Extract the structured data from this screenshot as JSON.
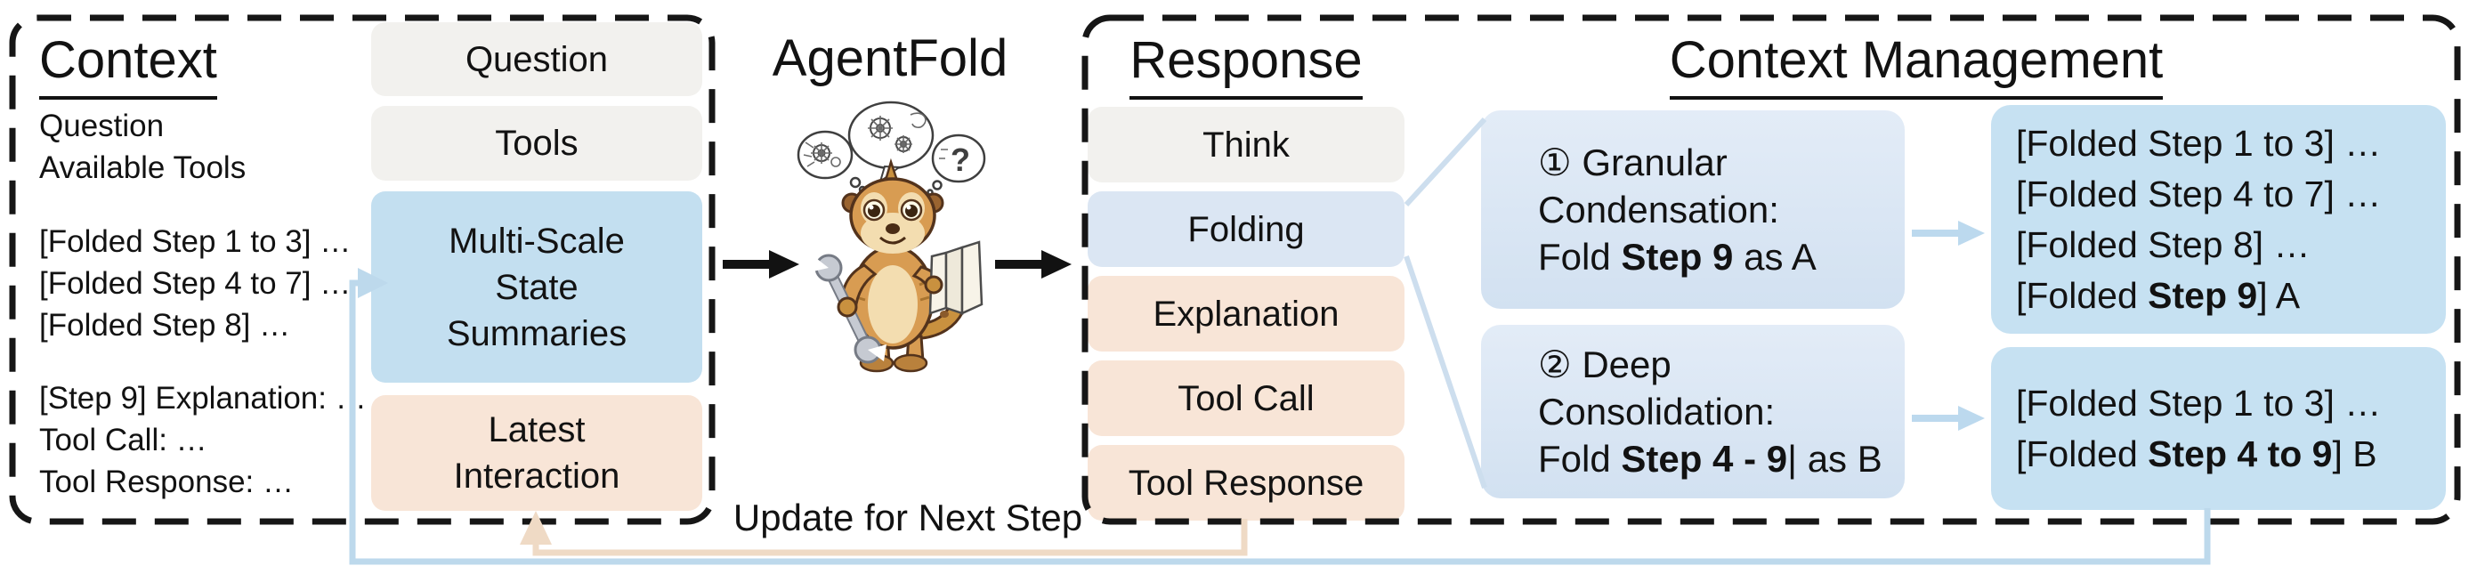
{
  "colors": {
    "box_gray": "#f2f1ee",
    "box_blue_light": "#dbe6f3",
    "box_blue_medium": "#c3dff0",
    "box_peach": "#f8e5d7",
    "result_box_blue": "#c6e1f2",
    "feedback_line_blue": "#bdd9ec",
    "feedback_line_peach": "#efdac5",
    "ink": "#121212"
  },
  "left_panel": {
    "title": "Context",
    "intro": "Question\nAvailable Tools",
    "folded": "[Folded Step 1 to 3] …\n[Folded Step 4 to 7] …\n[Folded Step 8] …",
    "latest": "[Step 9] Explanation: …\nTool Call: …\nTool Response: …",
    "stack": {
      "question": "Question",
      "tools": "Tools",
      "summaries": "Multi-Scale\nState\nSummaries",
      "latest": "Latest\nInteraction"
    }
  },
  "center": {
    "title": "AgentFold",
    "update_label": "Update for Next Step",
    "mascot": "meerkat holding wrench and folded map with thought bubbles of gears and question mark",
    "bubble_question": "?"
  },
  "response_panel": {
    "title": "Response",
    "boxes": [
      "Think",
      "Folding",
      "Explanation",
      "Tool Call",
      "Tool Response"
    ]
  },
  "context_management": {
    "title": "Context Management",
    "op1": {
      "line1": "① Granular",
      "line2": "Condensation:",
      "fold_pre": "Fold ",
      "fold_bold": "Step 9",
      "fold_post": " as A"
    },
    "op2": {
      "line1": "② Deep",
      "line2": "Consolidation:",
      "fold_pre": "Fold ",
      "fold_bold": "Step 4 - 9",
      "fold_post": "| as B"
    },
    "result1": {
      "line1": "[Folded Step 1 to 3] …",
      "line2": "[Folded Step 4 to 7] …",
      "line3": "[Folded Step 8] …",
      "line4_pre": "[Folded ",
      "line4_bold": "Step 9",
      "line4_post": "] A"
    },
    "result2": {
      "line1": "[Folded Step 1 to 3] …",
      "line2_pre": "[Folded ",
      "line2_bold": "Step 4 to 9",
      "line2_post": "] B"
    }
  }
}
